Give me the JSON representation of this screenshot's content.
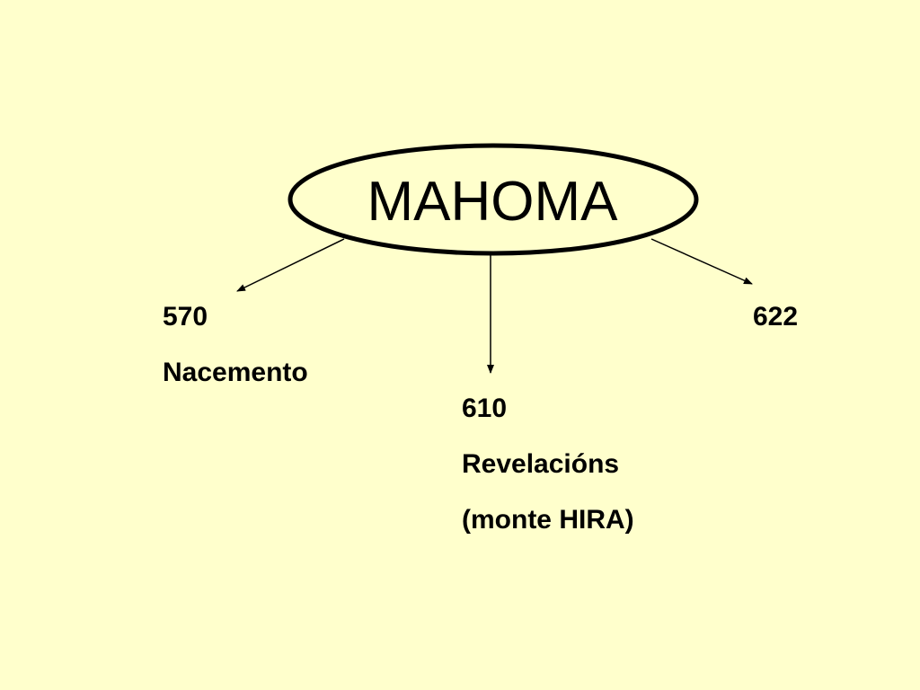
{
  "center": {
    "label": "MAHOMA"
  },
  "nodes": [
    {
      "year": "570",
      "lines": [
        "Nacemento"
      ]
    },
    {
      "year": "610",
      "lines": [
        "Revelacións",
        "(monte HIRA)"
      ]
    },
    {
      "year": "622",
      "lines": []
    }
  ],
  "colors": {
    "background": "#FFFFCC",
    "stroke": "#000000",
    "text": "#000000"
  }
}
